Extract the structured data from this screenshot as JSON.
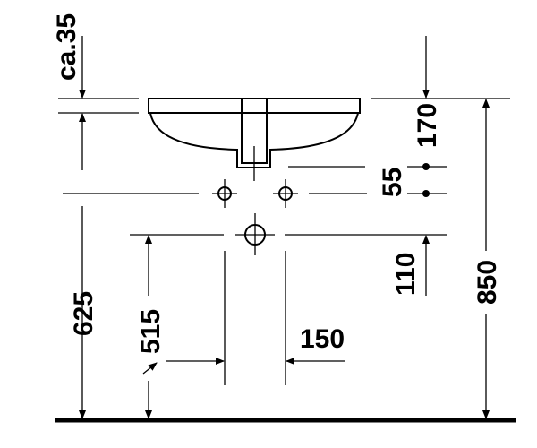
{
  "dimensions": {
    "top_clearance": "ca.35",
    "basin_height": "170",
    "hole_spacing_vertical": "55",
    "hole_offset": "110",
    "total_height": "850",
    "rim_to_floor": "625",
    "outlet_height": "515",
    "outlet_width": "150"
  }
}
